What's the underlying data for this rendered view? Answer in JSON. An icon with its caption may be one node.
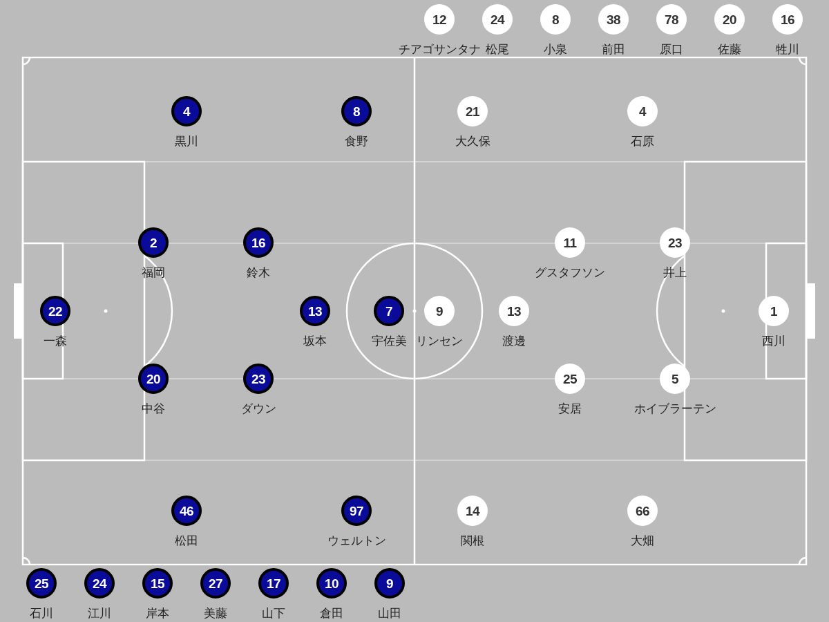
{
  "diagram": {
    "nodes": [
      {
        "text": [
          "12"
        ],
        "beside": [
          "チアゴサンタナ"
        ]
      },
      {
        "text": [
          "24"
        ],
        "beside": [
          "松尾"
        ]
      },
      {
        "text": [
          "8"
        ],
        "beside": [
          "小泉"
        ]
      },
      {
        "text": [
          "38"
        ],
        "beside": [
          "前田"
        ]
      },
      {
        "text": [
          "78"
        ],
        "beside": [
          "原口"
        ]
      },
      {
        "text": [
          "20"
        ],
        "beside": [
          "佐藤"
        ]
      },
      {
        "text": [
          "16"
        ],
        "beside": [
          "牲川"
        ]
      },
      {
        "text": [
          "4"
        ],
        "beside": [
          "黒川"
        ]
      },
      {
        "text": [
          "8"
        ],
        "beside": [
          "食野"
        ]
      },
      {
        "text": [
          "21"
        ],
        "beside": [
          "大久保"
        ]
      },
      {
        "text": [
          "4"
        ],
        "beside": [
          "石原"
        ]
      },
      {
        "text": [
          "2"
        ],
        "beside": [
          "福岡"
        ]
      },
      {
        "text": [
          "16"
        ],
        "beside": [
          "鈴木"
        ]
      },
      {
        "text": [
          "11"
        ],
        "beside": [
          "グスタフソン"
        ]
      },
      {
        "text": [
          "23"
        ],
        "beside": [
          "井上"
        ]
      },
      {
        "text": [
          "22"
        ],
        "beside": [
          "一森"
        ]
      },
      {
        "text": [
          "13"
        ],
        "beside": [
          "坂本"
        ]
      },
      {
        "text": [
          "7"
        ],
        "beside": [
          "宇佐美"
        ]
      },
      {
        "text": [
          "9"
        ],
        "beside": [
          "リンセン"
        ]
      },
      {
        "text": [
          "13"
        ],
        "beside": [
          "渡邊"
        ]
      },
      {
        "text": [
          "1"
        ],
        "beside": [
          "西川"
        ]
      },
      {
        "text": [
          "20"
        ],
        "beside": [
          "中谷"
        ]
      },
      {
        "text": [
          "23"
        ],
        "beside": [
          "ダウン"
        ]
      },
      {
        "text": [
          "25"
        ],
        "beside": [
          "安居"
        ]
      },
      {
        "text": [
          "5"
        ],
        "beside": [
          "ホイブラーテン"
        ]
      },
      {
        "text": [
          "46"
        ],
        "beside": [
          "松田"
        ]
      },
      {
        "text": [
          "97"
        ],
        "beside": [
          "ウェルトン"
        ]
      },
      {
        "text": [
          "14"
        ],
        "beside": [
          "関根"
        ]
      },
      {
        "text": [
          "66"
        ],
        "beside": [
          "大畑"
        ]
      },
      {
        "text": [
          "25"
        ],
        "beside": [
          "石川"
        ]
      },
      {
        "text": [
          "24"
        ],
        "beside": [
          "江川"
        ]
      },
      {
        "text": [
          "15"
        ],
        "beside": [
          "岸本"
        ]
      },
      {
        "text": [
          "27"
        ],
        "beside": [
          "美藤"
        ]
      },
      {
        "text": [
          "17"
        ],
        "beside": [
          "山下"
        ]
      },
      {
        "text": [
          "10"
        ],
        "beside": [
          "倉田"
        ]
      },
      {
        "text": [
          "9"
        ],
        "beside": [
          "山田"
        ]
      }
    ]
  }
}
